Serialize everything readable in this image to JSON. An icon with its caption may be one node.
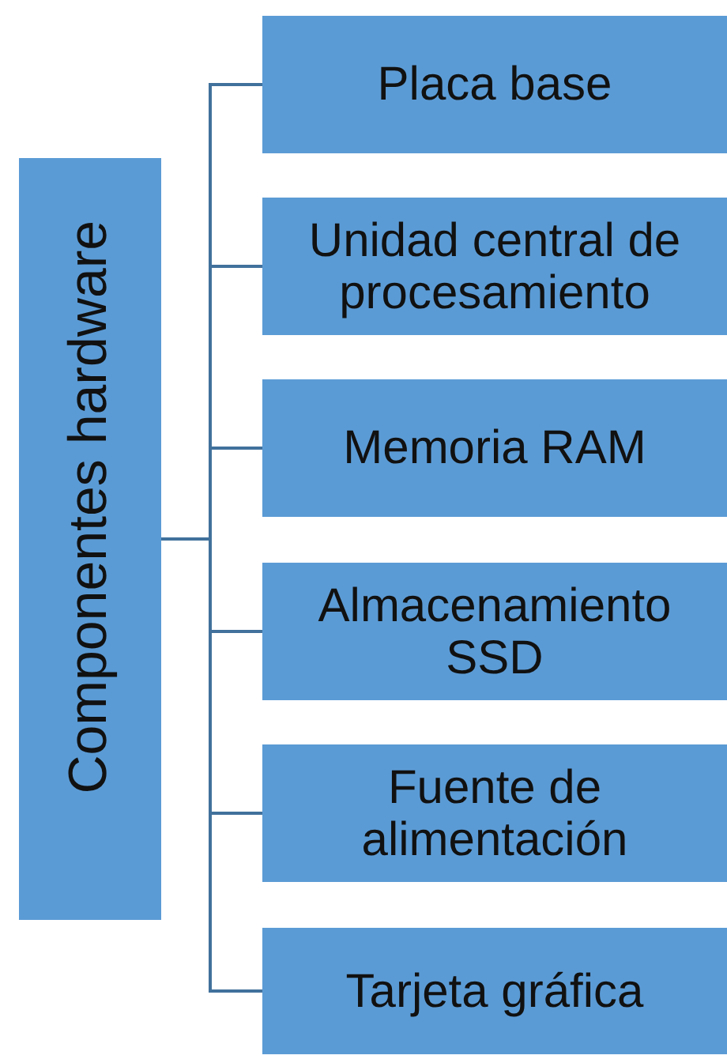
{
  "diagram": {
    "nodes": [
      {
        "text": [
          "Componentes hardware"
        ]
      },
      {
        "text": [
          "Placa base"
        ]
      },
      {
        "text": [
          "Unidad central de procesamiento"
        ]
      },
      {
        "text": [
          "Memoria RAM"
        ]
      },
      {
        "text": [
          "Almacenamiento SSD"
        ]
      },
      {
        "text": [
          "Fuente de alimentación"
        ]
      },
      {
        "text": [
          "Tarjeta gráfica"
        ]
      }
    ],
    "edges": [
      {
        "from": 0,
        "to": 1,
        "arrow": "none"
      },
      {
        "from": 0,
        "to": 2,
        "arrow": "none"
      },
      {
        "from": 0,
        "to": 3,
        "arrow": "none"
      },
      {
        "from": 0,
        "to": 4,
        "arrow": "none"
      },
      {
        "from": 0,
        "to": 5,
        "arrow": "none"
      },
      {
        "from": 0,
        "to": 6,
        "arrow": "none"
      }
    ]
  }
}
